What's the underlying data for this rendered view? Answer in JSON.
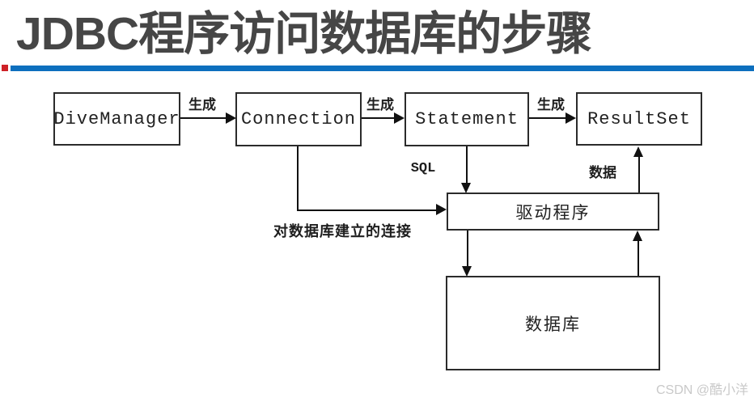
{
  "title": "JDBC程序访问数据库的步骤",
  "accent_colors": {
    "divider_red": "#ce2127",
    "divider_blue": "#0d6fbe"
  },
  "diagram": {
    "boxes": [
      {
        "label": "DiveManager"
      },
      {
        "label": "Connection"
      },
      {
        "label": "Statement"
      },
      {
        "label": "ResultSet"
      },
      {
        "label": "驱动程序"
      },
      {
        "label": "数据库"
      }
    ],
    "edge_labels": {
      "generate1": "生成",
      "generate2": "生成",
      "generate3": "生成",
      "sql": "SQL",
      "data": "数据",
      "connection_note": "对数据库建立的连接"
    }
  },
  "watermark": "CSDN @酷小洋"
}
